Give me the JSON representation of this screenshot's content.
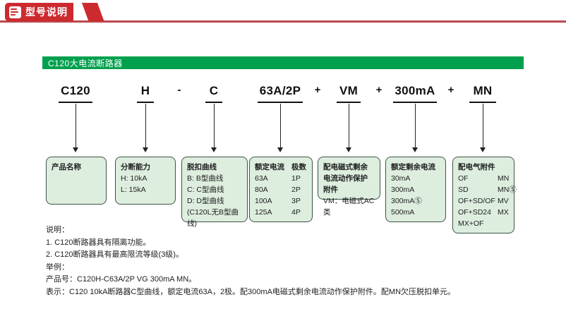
{
  "page": {
    "badge_label": "型号说明",
    "section_title": "C120大电流断路器"
  },
  "colors": {
    "banner_red": "#cd2a30",
    "rule_red": "#b9494d",
    "section_green": "#00a04e",
    "box_fill": "#ddeedf",
    "box_border": "#3e5348"
  },
  "code_row": {
    "separators": [
      "-",
      "+",
      "+",
      "+"
    ]
  },
  "columns": [
    {
      "code": "C120",
      "box": {
        "title": "产品名称"
      }
    },
    {
      "code": "H",
      "box": {
        "title": "分断能力",
        "lines": [
          "H: 10kA",
          "L: 15kA"
        ]
      }
    },
    {
      "code": "C",
      "box": {
        "title": "脱扣曲线",
        "lines": [
          "B: B型曲线",
          "C: C型曲线",
          "D: D型曲线",
          "(C120L无B型曲线)"
        ]
      }
    },
    {
      "code": "63A/2P",
      "box": {
        "table": {
          "headers": [
            "额定电流",
            "极数"
          ],
          "rows": [
            [
              "63A",
              "1P"
            ],
            [
              "80A",
              "2P"
            ],
            [
              "100A",
              "3P"
            ],
            [
              "125A",
              "4P"
            ]
          ]
        }
      }
    },
    {
      "code": "VM",
      "box": {
        "title": "配电磁式剩余电流动作保护附件",
        "lines": [
          "VM：电磁式AC类"
        ]
      }
    },
    {
      "code": "300mA",
      "box": {
        "title": "额定剩余电流",
        "lines": [
          "30mA",
          "300mA",
          "300mAⓈ",
          "500mA"
        ]
      }
    },
    {
      "code": "MN",
      "box": {
        "title": "配电气附件",
        "pairs": [
          [
            "OF",
            "MN"
          ],
          [
            "SD",
            "MNⓈ"
          ],
          [
            "OF+SD/OF",
            "MV"
          ],
          [
            "OF+SD24",
            "MX"
          ],
          [
            "MX+OF",
            ""
          ]
        ]
      }
    }
  ],
  "notes": {
    "heading": "说明：",
    "items": [
      "1. C120断路器具有隔离功能。",
      "2. C120断路器具有最高限流等级(3级)。"
    ],
    "example_heading": "举例：",
    "example_lines": [
      "产品号：C120H-C63A/2P VG 300mA MN。",
      "表示：C120 10kA断路器C型曲线，额定电流63A，2极。配300mA电磁式剩余电流动作保护附件。配MN欠压脱扣单元。"
    ]
  }
}
